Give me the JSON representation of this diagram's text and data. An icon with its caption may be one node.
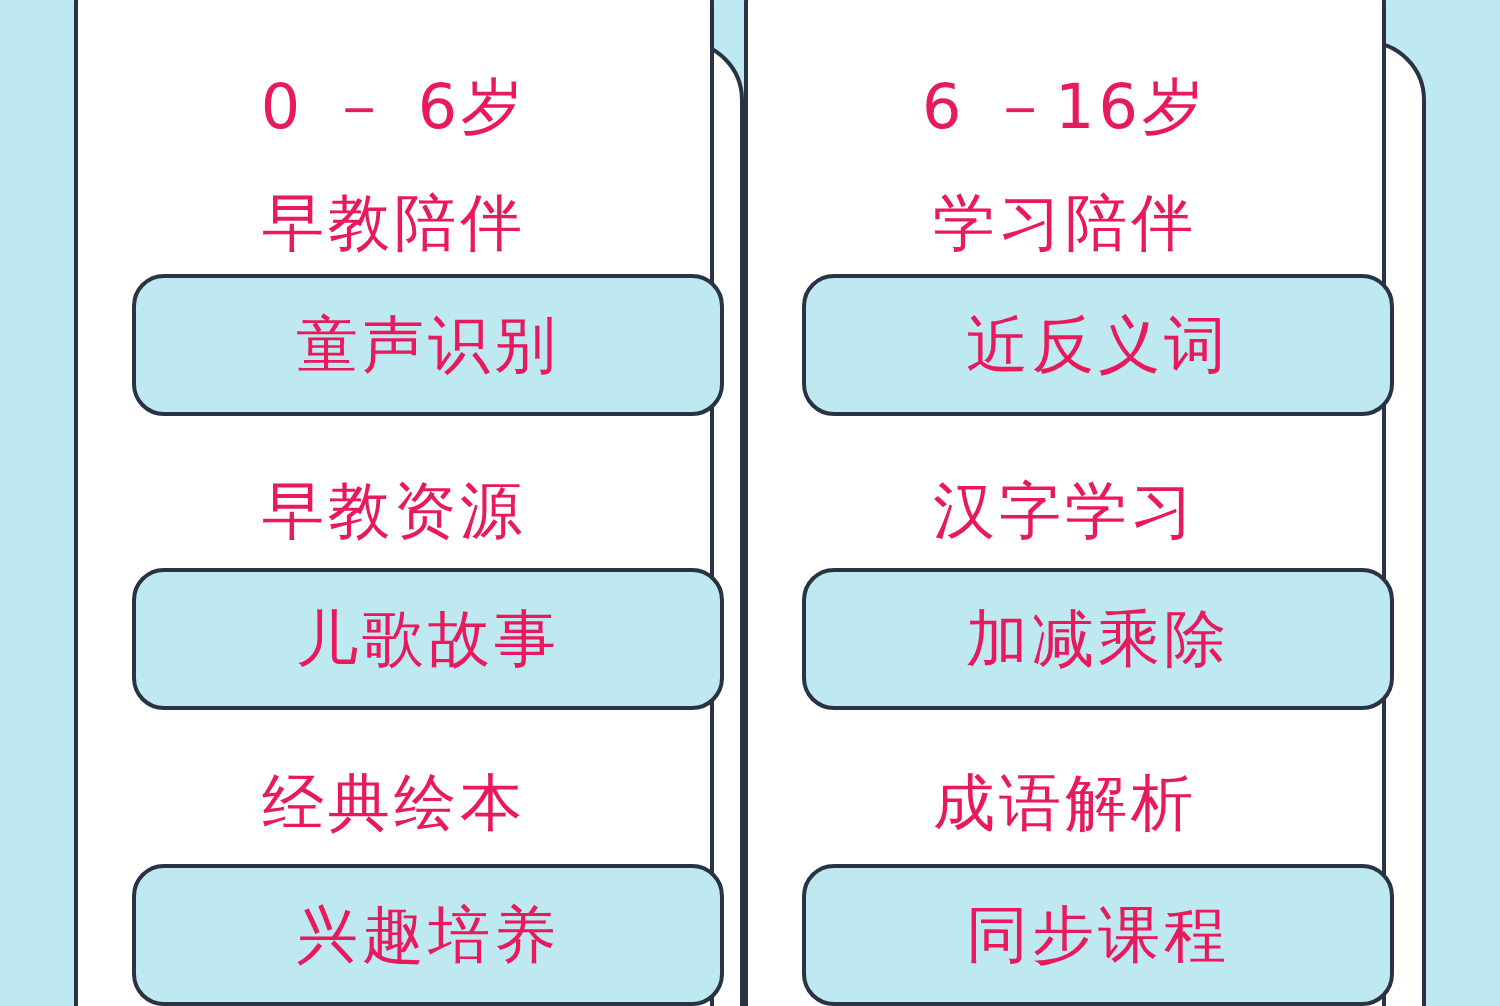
{
  "diagram": {
    "nodes": [
      {
        "text": [
          "0 － 6岁",
          "早教陪伴",
          "早教资源",
          "经典绘本"
        ]
      },
      {
        "text": [
          "童声识别"
        ],
        "in": 0
      },
      {
        "text": [
          "儿歌故事"
        ],
        "in": 0
      },
      {
        "text": [
          "兴趣培养"
        ],
        "in": 0
      },
      {
        "text": [
          "6 －16岁",
          "学习陪伴",
          "汉字学习",
          "成语解析"
        ]
      },
      {
        "text": [
          "近反义词"
        ],
        "in": 4
      },
      {
        "text": [
          "加减乘除"
        ],
        "in": 4
      },
      {
        "text": [
          "同步课程"
        ],
        "in": 4
      }
    ]
  }
}
